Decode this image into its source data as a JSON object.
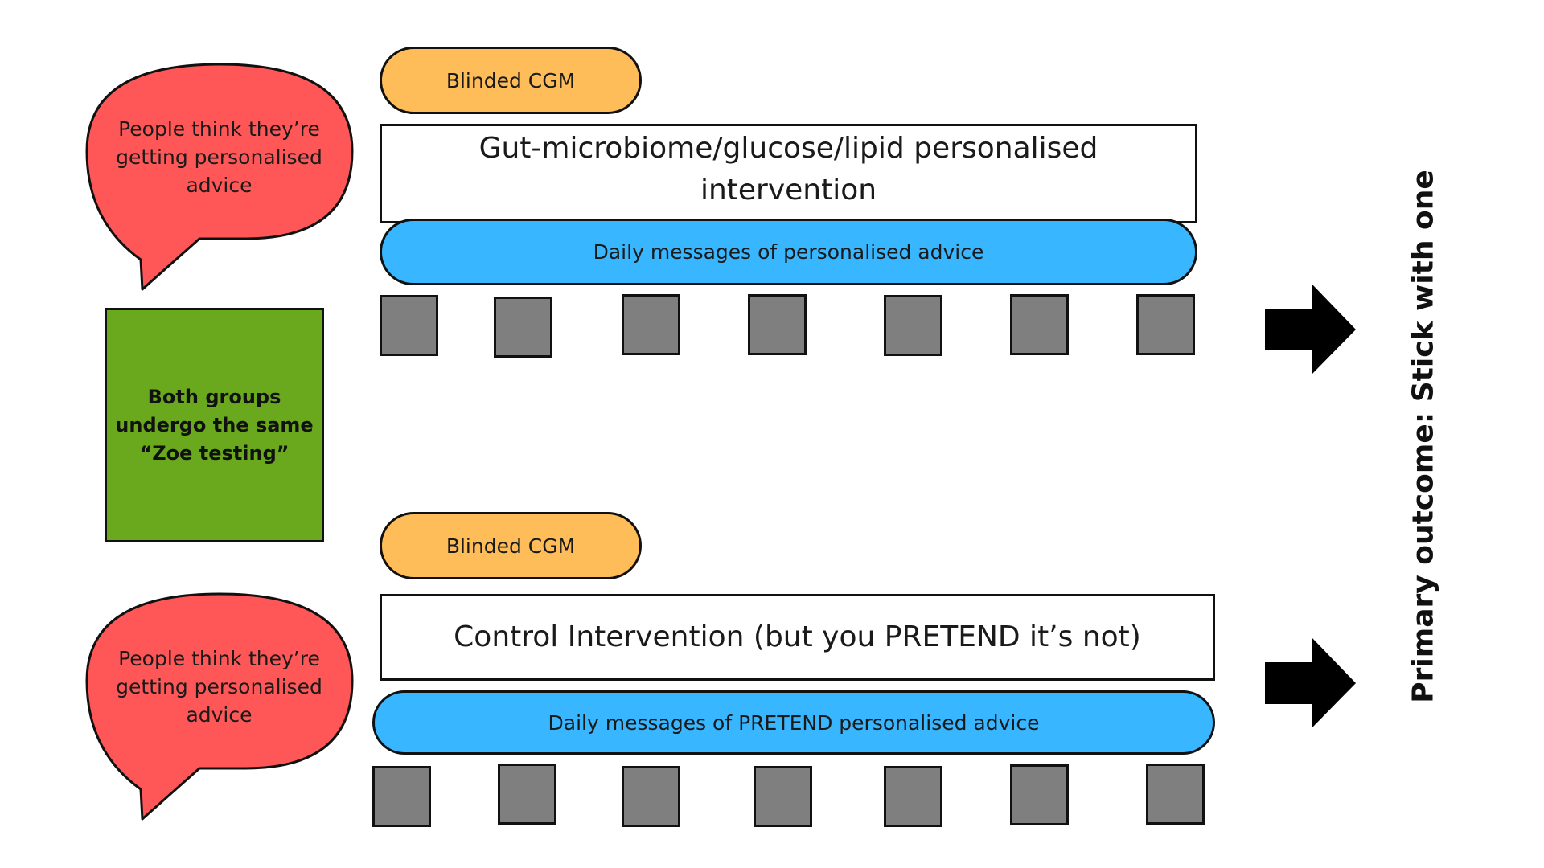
{
  "speech_bubbles": [
    {
      "text_lines": [
        "People think they’re",
        "getting personalised",
        "advice"
      ],
      "color": "#ff5757"
    },
    {
      "text_lines": [
        "People think they’re",
        "getting personalised",
        "advice"
      ],
      "color": "#ff5757"
    }
  ],
  "shared_box": {
    "text": "Both groups undergo the same “Zoe testing”",
    "color": "#6aa81e"
  },
  "arms": [
    {
      "cgm_label": "Blinded CGM",
      "intervention": "Gut-microbiome/glucose/lipid personalised intervention",
      "messages": "Daily messages of personalised advice",
      "square_count": 7
    },
    {
      "cgm_label": "Blinded CGM",
      "intervention": "Control Intervention (but you PRETEND it’s not)",
      "messages": "Daily messages of PRETEND personalised advice",
      "square_count": 7
    }
  ],
  "outcome": {
    "text": "Primary outcome: Stick with one"
  },
  "colors": {
    "cgm": "#ffbd59",
    "messages": "#38b6ff",
    "square": "#7f7f7f",
    "arrow": "#000000"
  }
}
